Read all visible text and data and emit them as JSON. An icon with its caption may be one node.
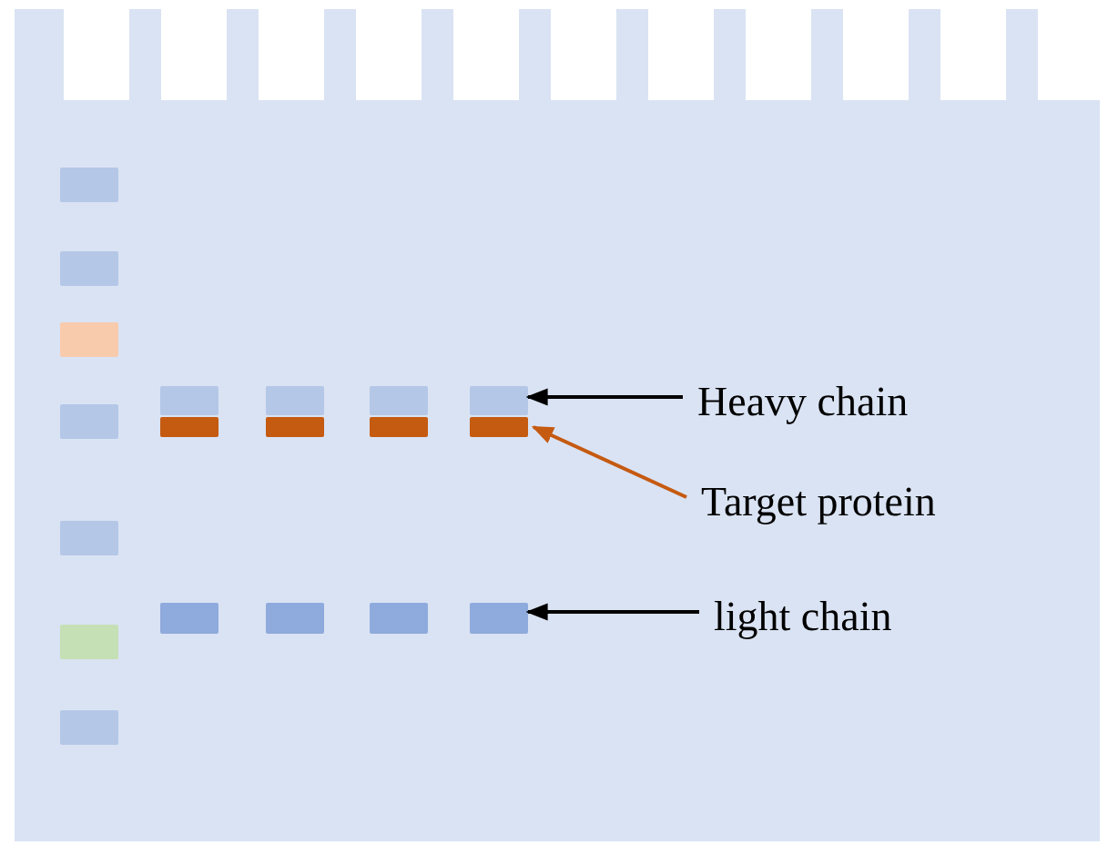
{
  "diagram": {
    "nodes": [
      {
        "text": [],
        "shape": "box"
      },
      {
        "text": [],
        "shape": "bar",
        "in": 0
      },
      {
        "text": [],
        "shape": "bar",
        "in": 0
      },
      {
        "text": [],
        "shape": "bar",
        "in": 0
      },
      {
        "text": [],
        "shape": "bar",
        "in": 0
      },
      {
        "text": [],
        "shape": "bar",
        "in": 0
      },
      {
        "text": [],
        "shape": "bar",
        "in": 0
      },
      {
        "text": [],
        "shape": "bar",
        "in": 0
      },
      {
        "text": [],
        "shape": "bar",
        "in": 0
      },
      {
        "text": [],
        "shape": "bar",
        "in": 0
      },
      {
        "text": [],
        "shape": "bar",
        "in": 0
      },
      {
        "text": [],
        "shape": "bar",
        "in": 0
      },
      {
        "text": [],
        "shape": "bar",
        "in": 0
      },
      {
        "text": [],
        "shape": "bar",
        "in": 0
      },
      {
        "text": [],
        "shape": "bar",
        "in": 0
      },
      {
        "text": [],
        "shape": "bar",
        "in": 0
      },
      {
        "text": [],
        "shape": "bar",
        "in": 0
      },
      {
        "text": [],
        "shape": "bar",
        "in": 0
      },
      {
        "text": [],
        "shape": "bar",
        "in": 0
      },
      {
        "text": [],
        "shape": "bar",
        "in": 0
      },
      {
        "text": [
          "Heavy chain"
        ],
        "in": 0
      },
      {
        "text": [
          "Target protein"
        ],
        "in": 0
      },
      {
        "text": [
          "light chain"
        ],
        "in": 0
      }
    ],
    "edges": [
      {
        "from": 20,
        "to": 11,
        "arrow": "to"
      },
      {
        "from": 21,
        "to": 15,
        "arrow": "to",
        "color": "#c55a11"
      },
      {
        "from": 22,
        "to": 19,
        "arrow": "to"
      }
    ]
  }
}
